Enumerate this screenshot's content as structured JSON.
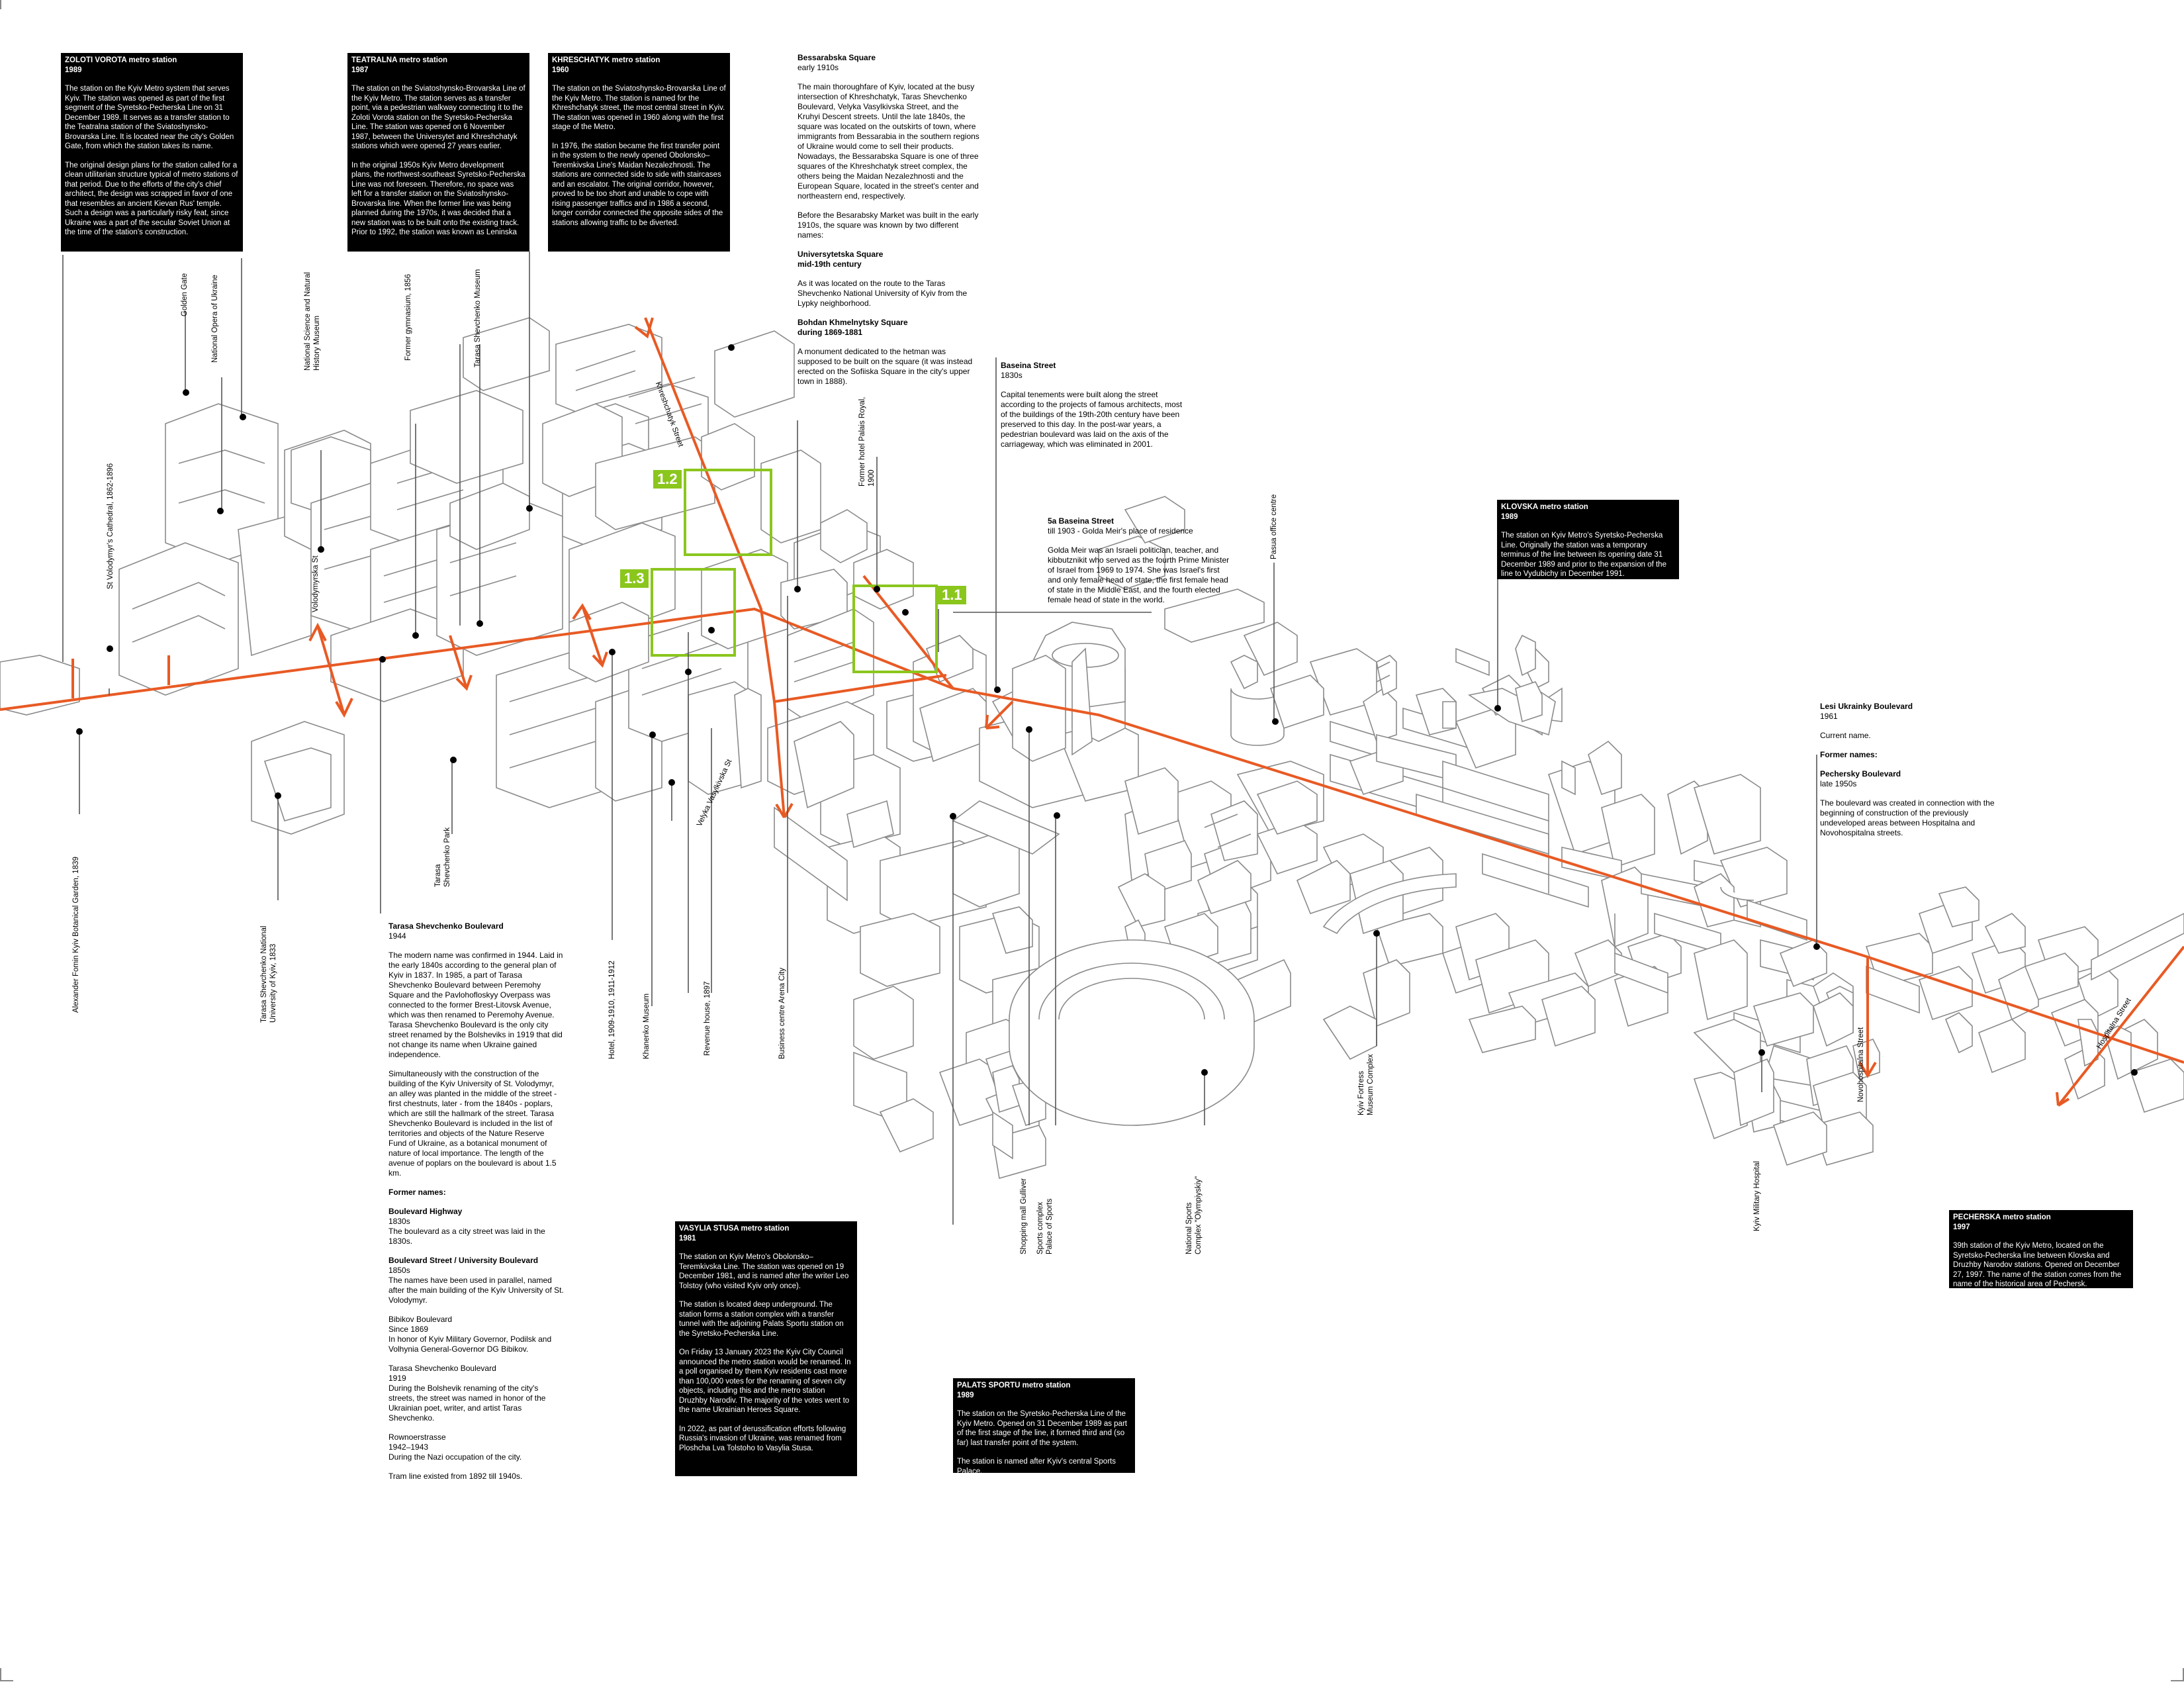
{
  "metro_boxes": [
    {
      "title": "ZOLOTI VOROTA metro station",
      "year": "1989",
      "paragraphs": [
        "The station on the Kyiv Metro system that serves Kyiv. The station was opened as part of the first segment of the Syretsko-Pecherska Line on 31 December 1989. It serves as a transfer station to the Teatralna station of the Sviatoshynsko-Brovarska Line. It is located near the city's Golden Gate, from which the station takes its name.",
        "The original design plans for the station called for a clean utilitarian structure typical of metro stations of that period. Due to the efforts of the city's chief architect, the design was scrapped in favor of one that resembles an ancient Kievan Rus' temple. Such a design was a particularly risky feat, since Ukraine was a part of the secular Soviet Union at the time of the station's construction."
      ]
    },
    {
      "title": "TEATRALNA metro station",
      "year": "1987",
      "paragraphs": [
        "The station on the Sviatoshynsko-Brovarska Line of the Kyiv Metro. The station serves as a transfer point, via a pedestrian walkway connecting it to the Zoloti Vorota station on the Syretsko-Pecherska Line. The station was opened on 6 November 1987, between the Universytet and Khreshchatyk stations which were opened 27 years earlier.",
        "In the original 1950s Kyiv Metro development plans, the northwest-southeast Syretsko-Pecherska Line was not foreseen. Therefore, no space was left for a transfer station on the Sviatoshynsko-Brovarska line. When the former line was being planned during the 1970s, it was decided that a new station was to be built onto the existing track. Prior to 1992, the station was known as Leninska"
      ]
    },
    {
      "title": "KHRESCHATYK metro station",
      "year": "1960",
      "paragraphs": [
        "The station on the Sviatoshynsko-Brovarska Line of the Kyiv Metro. The station is named for the Khreshchatyk street, the most central street in Kyiv. The station was opened in 1960 along with the first stage of the Metro.",
        "In 1976, the station became the first transfer point in the system to the newly opened Obolonsko–Teremkivska Line's Maidan Nezalezhnosti. The stations are connected side to side with staircases and an escalator. The original corridor, however, proved to be too short and unable to cope with rising passenger traffics and in 1986 a second, longer corridor connected the opposite sides of the stations allowing traffic to be diverted."
      ]
    },
    {
      "title": "KLOVSKA metro station",
      "year": "1989",
      "paragraphs": [
        "The station on Kyiv Metro's Syretsko-Pecherska Line. Originally the station was a temporary terminus of the line between its opening date 31 December 1989 and prior to the expansion of the line to Vydubichy in December 1991."
      ]
    },
    {
      "title": "VASYLIA STUSA metro station",
      "year": "1981",
      "paragraphs": [
        "The station on Kyiv Metro's Obolonsko–Teremkivska Line. The station was opened on 19 December 1981, and is named after the writer Leo Tolstoy (who visited Kyiv only once).",
        "The station is located deep underground. The station forms a station complex with a transfer tunnel with the adjoining Palats Sportu station on the Syretsko-Pecherska Line.",
        "On Friday 13 January 2023 the Kyiv City Council announced the metro station would be renamed. In a poll organised by them Kyiv residents cast more than 100,000 votes for the renaming of seven city objects, including this and the metro station Druzhby Narodiv. The majority of the votes went to the name Ukrainian Heroes Square.",
        "In 2022, as part of derussification efforts following Russia's invasion of Ukraine, was renamed from Ploshcha Lva Tolstoho to Vasylia Stusa."
      ]
    },
    {
      "title": "PALATS SPORTU metro station",
      "year": "1989",
      "paragraphs": [
        "The station on the Syretsko-Pecherska Line of the Kyiv Metro. Opened on 31 December 1989 as part of the first stage of the line, it formed third and (so far) last transfer point of the system.",
        "The station is named after Kyiv's central Sports Palace."
      ]
    },
    {
      "title": "PECHERSKA metro station",
      "year": "1997",
      "paragraphs": [
        "39th station of the Kyiv Metro, located on the Syretsko-Pecherska line between Klovska and Druzhby Narodov stations. Opened on December 27, 1997. The name of the station comes from the name of the historical area of Pechersk."
      ]
    }
  ],
  "notes": {
    "bessarabska": {
      "title": "Bessarabska Square",
      "sub": "early 1910s",
      "paragraphs": [
        "The main thoroughfare of Kyiv, located at the busy intersection of Khreshchatyk, Taras Shevchenko Boulevard, Velyka Vasylkivska Street, and the Kruhyi Descent streets. Until the late 1840s, the square was located on the outskirts of town, where immigrants from Bessarabia in the southern regions of Ukraine would come to sell their products. Nowadays, the Bessarabska Square is one of three squares of the Khreshchatyk street complex, the others being the Maidan Nezalezhnosti and the European Square, located in the street's center and northeastern end, respectively.",
        "Before the Besarabsky Market was built in the early 1910s, the square was known by two different names:"
      ],
      "former": [
        {
          "title": "Universytetska Square",
          "sub": "mid-19th century",
          "text": "As it was located on the route to the Taras Shevchenko National University of Kyiv from the Lypky neighborhood."
        },
        {
          "title": "Bohdan Khmelnytsky Square",
          "sub": "during 1869-1881",
          "text": "A monument dedicated to the hetman was supposed to be built on the square (it was instead erected on the Sofiiska Square in the city's upper town in 1888)."
        }
      ]
    },
    "baseina": {
      "title": "Baseina Street",
      "sub": "1830s",
      "paragraphs": [
        "Capital tenements were built along the street according to the projects of famous architects, most of the buildings of the 19th-20th century have been preserved to this day. In the post-war years, a pedestrian boulevard was laid on the axis of the carriageway, which was eliminated in 2001."
      ]
    },
    "baseina5a": {
      "title": "5a Baseina Street",
      "sub": "till 1903 - Golda Meir's place of residence",
      "paragraphs": [
        "Golda Meir was an Israeli politician, teacher, and kibbutznikit who served as the fourth Prime Minister of Israel from 1969 to 1974. She was Israel's first and only female head of state, the first female head of state in the Middle East, and the fourth elected female head of state in the world."
      ]
    },
    "lesi": {
      "title": "Lesi Ukrainky Boulevard",
      "sub": "1961",
      "current": "Current name.",
      "former_heading": "Former names:",
      "former_title": "Pechersky Boulevard",
      "former_sub": "late 1950s",
      "text": "The boulevard was created in connection with the beginning of construction of the previously undeveloped areas between Hospitalna and Novohospitalna streets."
    },
    "shevchenko": {
      "title": "Tarasa Shevchenko Boulevard",
      "sub": "1944",
      "paragraphs": [
        "The modern name was confirmed in 1944. Laid in the early 1840s according to the general plan of Kyiv in 1837. In 1985, a part of Tarasa Shevchenko Boulevard between Peremohy Square and the Pavlohofloskyy Overpass was connected to the former Brest-Litovsk Avenue, which was then renamed to Peremohy Avenue. Tarasa Shevchenko Boulevard is the only city street renamed by the Bolsheviks in 1919 that did not change its name when Ukraine gained independence.",
        "Simultaneously with the construction of the building of the Kyiv University of St. Volodymyr, an alley was planted in the middle of the street - first chestnuts, later - from the 1840s - poplars, which are still the hallmark of the street. Tarasa Shevchenko Boulevard is included in the list of territories and objects of the Nature Reserve Fund of Ukraine, as a botanical monument of nature of local importance. The length of the avenue of poplars on the boulevard is about 1.5 km."
      ],
      "former_heading": "Former names:",
      "former": [
        {
          "title": "Boulevard Highway",
          "sub": "1830s",
          "text": "The boulevard as a city street was laid in the 1830s."
        },
        {
          "title": "Boulevard Street / University Boulevard",
          "sub": "1850s",
          "text": "The names have been used in parallel, named after the main building of the Kyiv University of St. Volodymyr."
        },
        {
          "title": "Bibikov Boulevard",
          "sub": "Since 1869",
          "text": "In honor of Kyiv Military Governor, Podilsk and Volhynia General-Governor DG Bibikov."
        },
        {
          "title": "Tarasa Shevchenko Boulevard",
          "sub": "1919",
          "text": "During the Bolshevik renaming of the city's streets, the street was named in honor of the Ukrainian poet, writer, and artist Taras Shevchenko."
        },
        {
          "title": "Rownoerstrasse",
          "sub": "1942–1943",
          "text": "During the Nazi occupation of the city."
        }
      ],
      "tram": "Tram line existed from 1892 till 1940s."
    }
  },
  "vertical_labels": [
    "Golden Gate",
    "National Opera of Ukraine",
    "National Science and Natural\nHistory Museum",
    "Former gymnasium, 1856",
    "Tarasa Shevchenko Museum",
    "St Volodymyr's Cathedral, 1862-1896",
    "Volodymyrska St",
    "Khreshchatyk Street",
    "Former hotel Palais Royal,\n1900",
    "Pasua office centre",
    "Alexander Fomin Kyiv Botanical Garden, 1839",
    "Tarasa Shevchenko National\nUniversity of Kyiv, 1833",
    "Tarasa\nShevchenko Park",
    "Hotel, 1909-1910, 1911-1912",
    "Khanenko Museum",
    "Revenue house, 1897",
    "Velyka Vasylkivska St",
    "Business centre Arena City",
    "Shopping mall Gulliver",
    "Sports complex\nPalace of Sports",
    "National Sports\nComplex \"Olympiyskiy\"",
    "Kyiv Fortress\nMuseum Complex",
    "Kyiv Military Hospital",
    "Novohospitalna Street",
    "Hospitalna Street"
  ],
  "zones": [
    "1.1",
    "1.2",
    "1.3"
  ],
  "colors": {
    "street": "#e85a24",
    "zone": "#8bc61d",
    "box": "#000000"
  }
}
